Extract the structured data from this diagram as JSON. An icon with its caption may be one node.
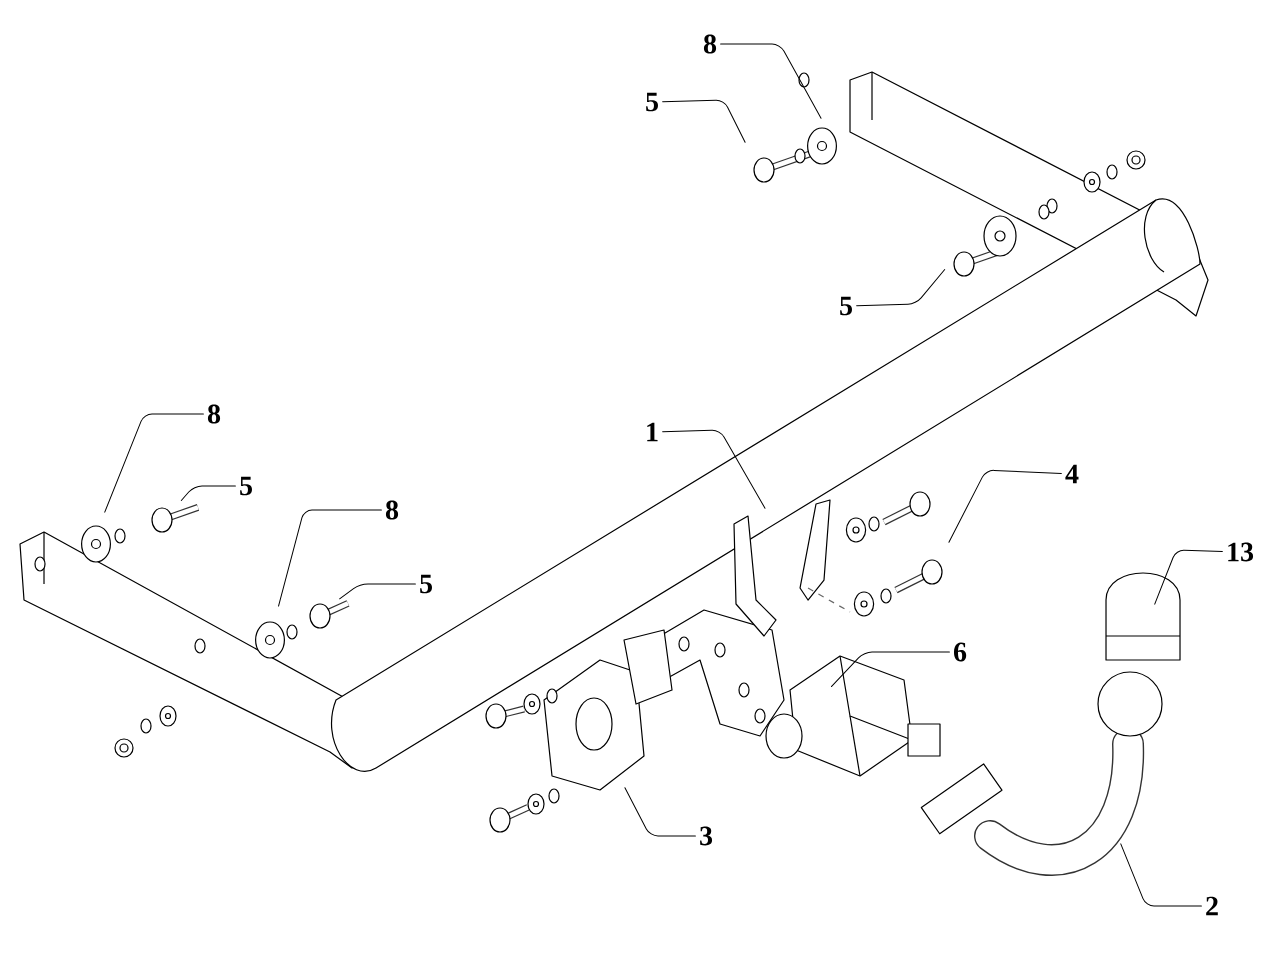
{
  "diagram": {
    "nodes": [
      {
        "text": [
          "8"
        ]
      },
      {
        "text": [
          "5"
        ]
      },
      {
        "text": [
          "5"
        ]
      },
      {
        "text": [
          "1"
        ]
      },
      {
        "text": [
          "4"
        ]
      },
      {
        "text": [
          "13"
        ]
      },
      {
        "text": [
          "8"
        ]
      },
      {
        "text": [
          "5"
        ]
      },
      {
        "text": [
          "8"
        ]
      },
      {
        "text": [
          "5"
        ]
      },
      {
        "text": [
          "6"
        ]
      },
      {
        "text": [
          "3"
        ]
      },
      {
        "text": [
          "2"
        ]
      }
    ],
    "edges": [
      {
        "from": 0,
        "to": null,
        "arrow": "none"
      },
      {
        "from": 1,
        "to": null,
        "arrow": "none"
      },
      {
        "from": 2,
        "to": null,
        "arrow": "none"
      },
      {
        "from": 3,
        "to": null,
        "arrow": "none"
      },
      {
        "from": 4,
        "to": null,
        "arrow": "none"
      },
      {
        "from": 5,
        "to": null,
        "arrow": "none"
      },
      {
        "from": 6,
        "to": null,
        "arrow": "none"
      },
      {
        "from": 7,
        "to": null,
        "arrow": "none"
      },
      {
        "from": 8,
        "to": null,
        "arrow": "none"
      },
      {
        "from": 9,
        "to": null,
        "arrow": "none"
      },
      {
        "from": 10,
        "to": null,
        "arrow": "none"
      },
      {
        "from": 11,
        "to": null,
        "arrow": "none"
      },
      {
        "from": 12,
        "to": null,
        "arrow": "none"
      }
    ]
  }
}
